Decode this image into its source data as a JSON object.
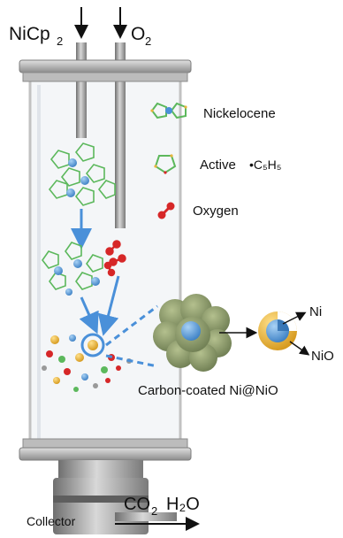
{
  "inputs": {
    "precursor_main": "NiCp",
    "precursor_sub": "2",
    "oxidant_main": "O",
    "oxidant_sub": "2"
  },
  "legend": {
    "nickelocene": "Nickelocene",
    "active_prefix": "Active",
    "active_formula": "•C₅H₅",
    "oxygen": "Oxygen"
  },
  "particle": {
    "label": "Carbon-coated Ni@NiO",
    "core": "Ni",
    "shell": "NiO"
  },
  "outlet": {
    "collector": "Collector",
    "co2_main": "CO",
    "co2_sub": "2",
    "h2o": "H₂O"
  },
  "colors": {
    "ni_atom": "#4a90d9",
    "carbon_ring": "#5cb85c",
    "oxygen_atom": "#d62728",
    "flow_arrow": "#4a90d9",
    "carbon_shell": "#8a9a6a",
    "nio_shell": "#e8b43c",
    "reactor_frame": "#9a9a9a"
  }
}
